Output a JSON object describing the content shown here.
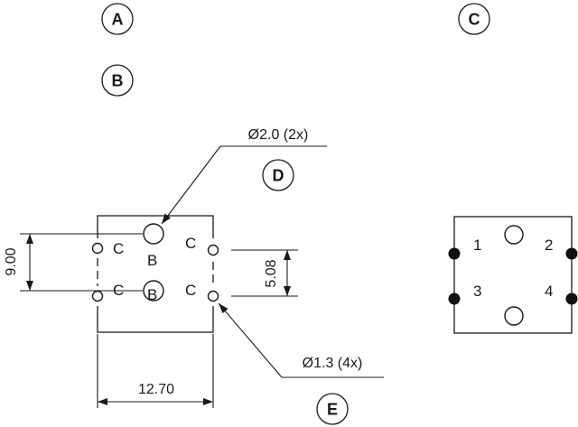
{
  "callouts": {
    "a": "A",
    "b": "B",
    "c": "C",
    "d": "D",
    "e": "E"
  },
  "footprint": {
    "hole_labels": {
      "c_top_left": "C",
      "c_bottom_left": "C",
      "c_top_right": "C",
      "c_bottom_right": "C",
      "b_top": "B",
      "b_bottom": "B"
    },
    "dimensions": {
      "height": "9.00",
      "pin_pitch": "5.08",
      "width": "12.70",
      "large_hole": "Ø2.0 (2x)",
      "small_hole": "Ø1.3 (4x)"
    }
  },
  "component": {
    "pin_numbers": {
      "pin1": "1",
      "pin2": "2",
      "pin3": "3",
      "pin4": "4"
    }
  }
}
